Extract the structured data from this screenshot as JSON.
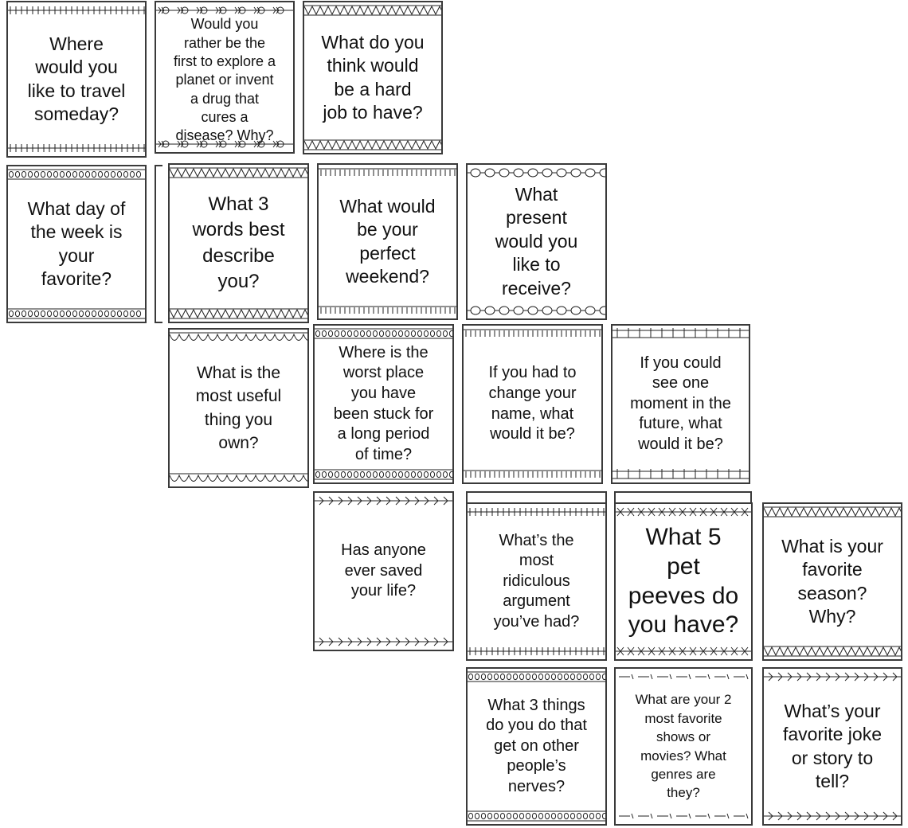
{
  "cards": [
    {
      "text": "Where\nwould you\nlike to travel\nsomeday?",
      "pattern": "crosses"
    },
    {
      "text": "Would you\nrather be the\nfirst to explore a\nplanet or invent\na drug that\ncures a\ndisease? Why?",
      "pattern": "swirls"
    },
    {
      "text": "What do you\nthink would\nbe a hard\njob to have?",
      "pattern": "zigzag"
    },
    {
      "text": "What day of\nthe week is\nyour\nfavorite?",
      "pattern": "loops"
    },
    {
      "text": "What 3\nwords best\ndescribe\nyou?",
      "pattern": "zigzag"
    },
    {
      "text": "What would\nbe your\nperfect\nweekend?",
      "pattern": "ticks"
    },
    {
      "text": "What\npresent\nwould you\nlike to\nreceive?",
      "pattern": "beads"
    },
    {
      "text": "What is the\nmost useful\nthing you\nown?",
      "pattern": "scallops"
    },
    {
      "text": "Where is the\nworst place\nyou have\nbeen stuck for\na long period\nof time?",
      "pattern": "loops"
    },
    {
      "text": "If you had to\nchange your\nname, what\nwould it be?",
      "pattern": "ticks"
    },
    {
      "text": "If you could\nsee one\nmoment in the\nfuture, what\nwould it be?",
      "pattern": "posts"
    },
    {
      "text": "Has anyone\never saved\nyour life?",
      "pattern": "arrows"
    },
    {
      "text": "What’s the\nmost\nridiculous\nargument\nyou’ve had?",
      "pattern": "crosses"
    },
    {
      "text": "What 5\npet\npeeves do\nyou have?",
      "pattern": "stars"
    },
    {
      "text": "What is your\nfavorite\nseason?\nWhy?",
      "pattern": "zigzag"
    },
    {
      "text": "What 3 things\ndo you do that\nget on other\npeople’s\nnerves?",
      "pattern": "loops"
    },
    {
      "text": "What are your 2\nmost favorite\nshows or\nmovies? What\ngenres are\nthey?",
      "pattern": "dashes"
    },
    {
      "text": "What’s your\nfavorite joke\nor story to\ntell?",
      "pattern": "arrows"
    }
  ]
}
